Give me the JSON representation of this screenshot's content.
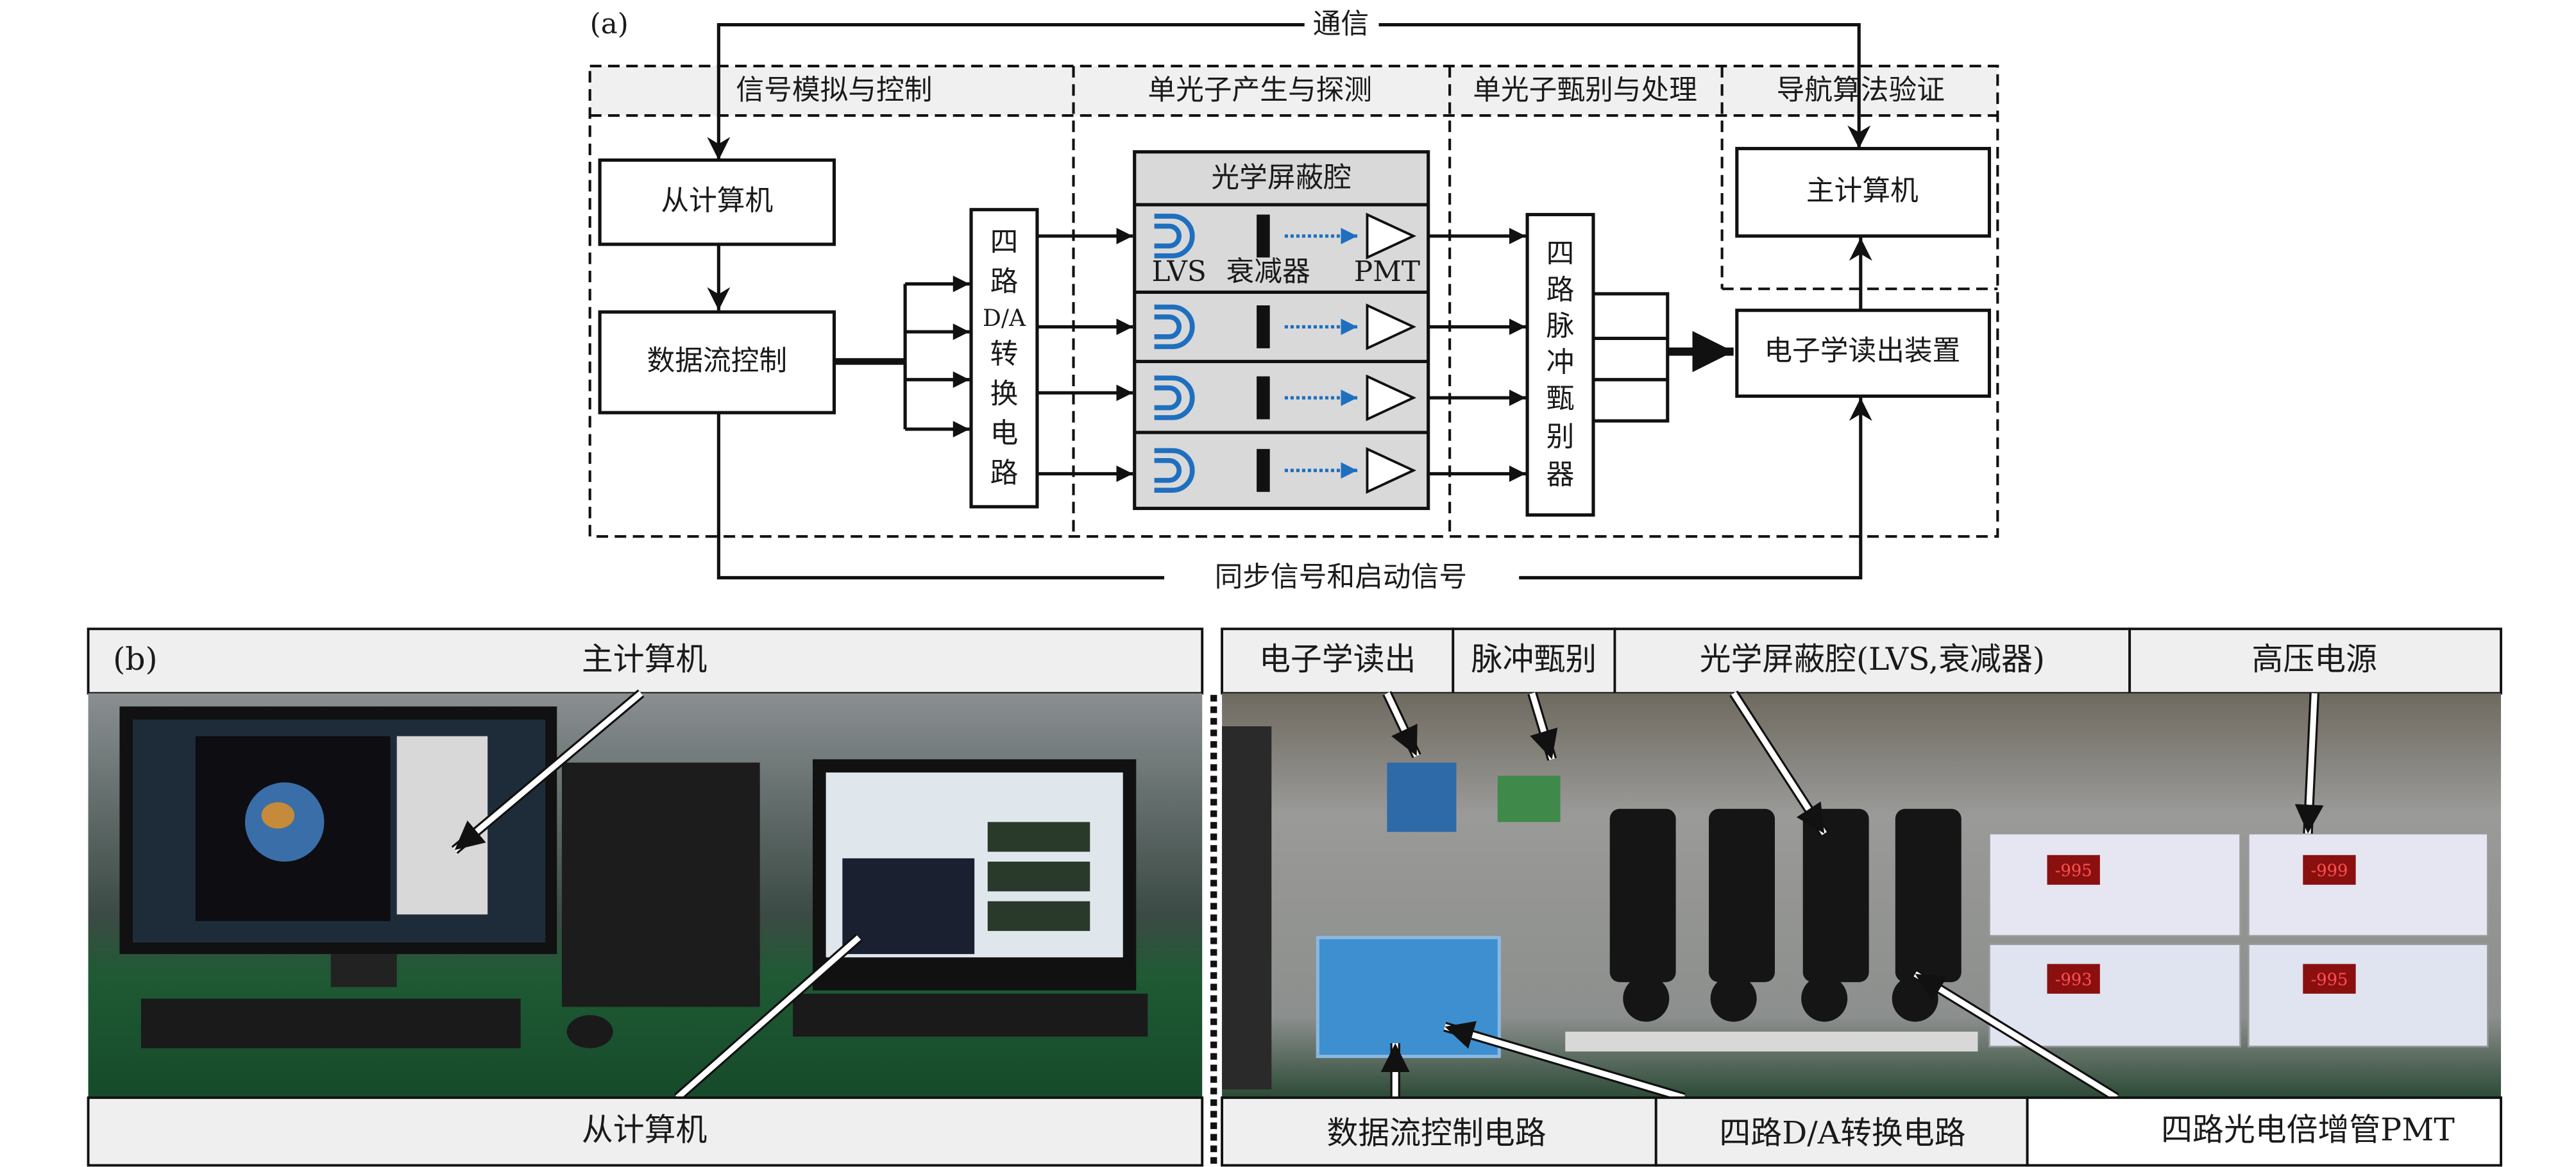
{
  "panel_a": {
    "label": "(a)",
    "top_link": "通信",
    "bottom_link": "同步信号和启动信号",
    "sections": [
      "信号模拟与控制",
      "单光子产生与探测",
      "单光子甄别与处理",
      "导航算法验证"
    ],
    "slave_computer": "从计算机",
    "data_flow_control": "数据流控制",
    "da_converter": [
      "四",
      "路",
      "D/A",
      "转",
      "换",
      "电",
      "路"
    ],
    "optical_cavity": "光学屏蔽腔",
    "row_labels": {
      "lvs": "LVS",
      "attenuator": "衰减器",
      "pmt": "PMT"
    },
    "discriminator": [
      "四",
      "路",
      "脉",
      "冲",
      "甄",
      "别",
      "器"
    ],
    "master_computer": "主计算机",
    "readout": "电子学读出装置",
    "colors": {
      "lvs": "#1f6fbf",
      "section_header": "#f0f0f0",
      "cavity": "#d9d9d9"
    }
  },
  "panel_b": {
    "label": "(b)",
    "left": {
      "header": "主计算机",
      "footer": "从计算机"
    },
    "right": {
      "headers": [
        "电子学读出",
        "脉冲甄别",
        "光学屏蔽腔(LVS,衰减器)",
        "高压电源"
      ],
      "footers": [
        "数据流控制电路",
        "四路D/A转换电路",
        "四路光电倍增管PMT"
      ],
      "hv_displays": [
        "-995",
        "-999",
        "-993",
        "-995"
      ]
    }
  }
}
